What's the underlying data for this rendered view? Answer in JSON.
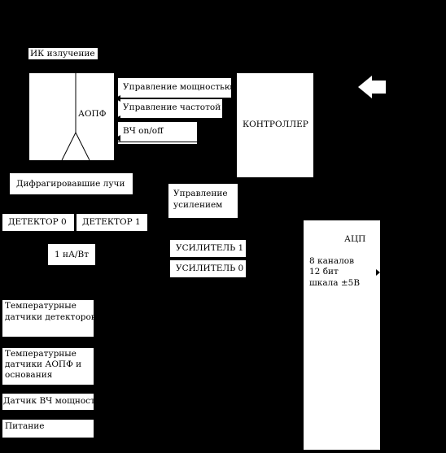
{
  "ir_label": "ИК излучение",
  "aopf": {
    "label": "АОПФ"
  },
  "controls": {
    "power": "Управление мощностью",
    "frequency": "Управление частотой",
    "rf": "ВЧ on/off"
  },
  "controller": {
    "label": "КОНТРОЛЛЕР"
  },
  "diffracted": "Дифрагировавшие лучи",
  "gain": [
    "Управление",
    "усилением"
  ],
  "detectors": [
    "ДЕТЕКТОР 0",
    "ДЕТЕКТОР 1"
  ],
  "responsivity": "1 нА/Вт",
  "amplifiers": [
    "УСИЛИТЕЛЬ 1",
    "УСИЛИТЕЛЬ 0"
  ],
  "adc": {
    "title": "АЦП",
    "lines": [
      "8 каналов",
      "12 бит",
      "шкала ±5В"
    ]
  },
  "sensors": {
    "detector_temp": [
      "Температурные",
      "датчики детекторов"
    ],
    "aopf_temp": [
      "Температурные",
      "датчики АОПФ и",
      "основания"
    ],
    "rf_power": "Датчик ВЧ мощности",
    "power_supply": "Питание"
  },
  "colors": {
    "background": "#000000",
    "box": "#ffffff",
    "line": "#000000"
  }
}
